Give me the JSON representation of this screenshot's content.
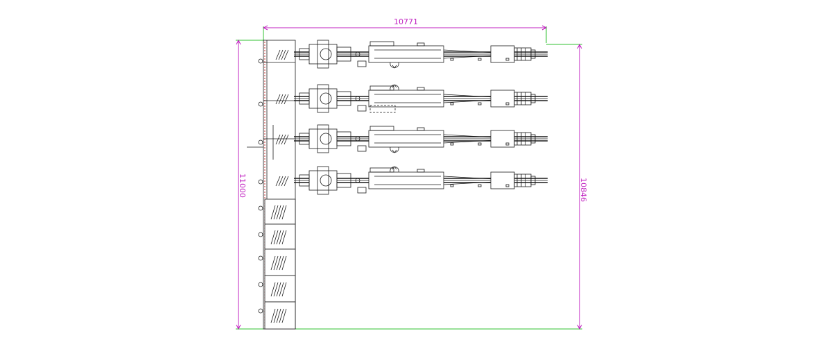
{
  "drawing": {
    "dimensions": {
      "top_width": "10771",
      "left_height": "11000",
      "right_height": "10846"
    },
    "machine_rows": 4,
    "storage_bays": 5,
    "colors": {
      "dimension": "#c020c0",
      "extension": "#30c030",
      "linework": "#1a1a1a"
    }
  }
}
